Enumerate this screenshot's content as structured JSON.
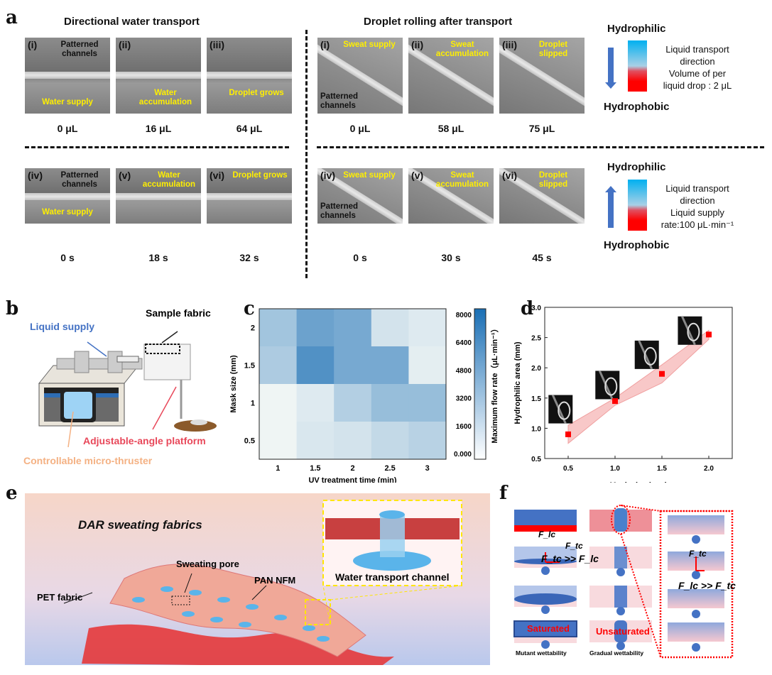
{
  "panel_a": {
    "label": "a",
    "left_title": "Directional water transport",
    "right_title": "Droplet rolling after transport",
    "left_top": [
      {
        "roman": "(i)",
        "notes": [
          "Patterned channels",
          "Water supply"
        ],
        "caption": "0 μL"
      },
      {
        "roman": "(ii)",
        "notes": [
          "Water accumulation"
        ],
        "caption": "16 μL"
      },
      {
        "roman": "(iii)",
        "notes": [
          "Droplet grows"
        ],
        "caption": "64 μL"
      }
    ],
    "left_bottom": [
      {
        "roman": "(iv)",
        "notes": [
          "Patterned channels",
          "Water supply"
        ],
        "caption": "0 s"
      },
      {
        "roman": "(v)",
        "notes": [
          "Water accumulation"
        ],
        "caption": "18 s"
      },
      {
        "roman": "(vi)",
        "notes": [
          "Droplet grows"
        ],
        "caption": "32 s"
      }
    ],
    "right_top": [
      {
        "roman": "(i)",
        "notes": [
          "Sweat supply",
          "Patterned channels"
        ],
        "caption": "0 μL"
      },
      {
        "roman": "(ii)",
        "notes": [
          "Sweat accumulation"
        ],
        "caption": "58 μL"
      },
      {
        "roman": "(iii)",
        "notes": [
          "Droplet slipped"
        ],
        "caption": "75 μL"
      }
    ],
    "right_bottom": [
      {
        "roman": "(iv)",
        "notes": [
          "Sweat supply",
          "Patterned channels"
        ],
        "caption": "0 s"
      },
      {
        "roman": "(v)",
        "notes": [
          "Sweat accumulation"
        ],
        "caption": "30 s"
      },
      {
        "roman": "(vi)",
        "notes": [
          "Droplet slipped"
        ],
        "caption": "45 s"
      }
    ],
    "legend_top": {
      "hydrophilic": "Hydrophilic",
      "hydrophobic": "Hydrophobic",
      "text": [
        "Liquid transport",
        "direction",
        "Volume of per",
        "liquid drop : 2 μL"
      ]
    },
    "legend_bottom": {
      "hydrophilic": "Hydrophilic",
      "hydrophobic": "Hydrophobic",
      "text": [
        "Liquid transport",
        "direction",
        "Liquid supply",
        "rate:100 μL·min⁻¹"
      ]
    }
  },
  "panel_b": {
    "label": "b",
    "sample_fabric": "Sample fabric",
    "liquid_supply": "Liquid supply",
    "platform": "Adjustable-angle platform",
    "thruster": "Controllable micro-thruster",
    "colors": {
      "liquid": "#4472c4",
      "platform": "#e8485a",
      "thruster": "#f4b183"
    }
  },
  "chart_data": [
    {
      "label": "c",
      "type": "heatmap",
      "xlabel": "UV treatment time (min)",
      "ylabel": "Mask size (mm)",
      "x": [
        "1",
        "1.5",
        "2",
        "2.5",
        "3"
      ],
      "y": [
        "2",
        "1.5",
        "1",
        "0.5"
      ],
      "values": [
        [
          3000,
          5000,
          4600,
          1200,
          800
        ],
        [
          2600,
          6000,
          4600,
          4600,
          600
        ],
        [
          200,
          800,
          2400,
          3400,
          3400
        ],
        [
          200,
          1000,
          1200,
          1800,
          2200
        ]
      ],
      "colorbar": {
        "label": "Maximum flow rate（μL·min⁻¹）",
        "ticks": [
          "8000",
          "6400",
          "4800",
          "3200",
          "1600",
          "0.000"
        ],
        "range": [
          0,
          8000
        ],
        "colors": [
          "#f4f8f6",
          "#1a6fb5"
        ]
      }
    },
    {
      "label": "d",
      "type": "scatter",
      "xlabel": "Mask size (mm)",
      "ylabel": "Hydrophilic area (mm)",
      "x": [
        0.5,
        1.0,
        1.5,
        2.0
      ],
      "y": [
        0.9,
        1.45,
        1.9,
        2.55
      ],
      "band_lower": [
        0.75,
        1.38,
        1.75,
        2.47
      ],
      "band_upper": [
        1.05,
        1.5,
        2.05,
        2.62
      ],
      "xlim": [
        0.25,
        2.25
      ],
      "ylim": [
        0.5,
        3.0
      ],
      "xticks": [
        "0.5",
        "1.0",
        "1.5",
        "2.0"
      ],
      "yticks": [
        "0.5",
        "1.0",
        "1.5",
        "2.0",
        "2.5",
        "3.0"
      ],
      "point_color": "#ff0000",
      "band_color": "#f8c8c8"
    }
  ],
  "panel_e": {
    "label": "e",
    "title": "DAR sweating fabrics",
    "sweating_pore": "Sweating pore",
    "pan": "PAN NFM",
    "pet": "PET fabric",
    "channel": "Water transport channel"
  },
  "panel_f": {
    "label": "f",
    "ftc_flc": "F_tc >> F_lc",
    "flc_ftc": "F_lc >> F_tc",
    "saturated": "Saturated",
    "unsaturated": "Unsaturated",
    "mutant": "Mutant wettability",
    "gradual": "Gradual wettability",
    "f_lc": "F_lc",
    "f_tc": "F_tc"
  }
}
